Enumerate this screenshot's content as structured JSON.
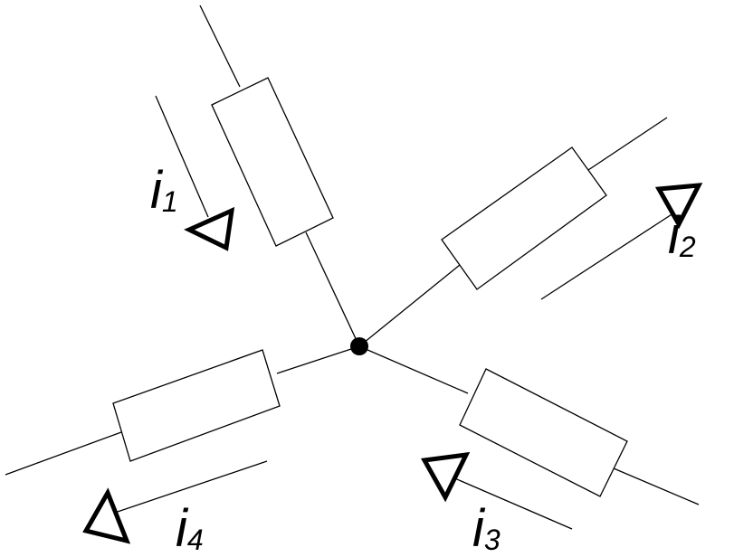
{
  "diagram": {
    "node": {
      "name": "junction-node"
    },
    "currents": [
      {
        "id": "i1",
        "letter": "i",
        "subscript": "1"
      },
      {
        "id": "i2",
        "letter": "i",
        "subscript": "2"
      },
      {
        "id": "i3",
        "letter": "i",
        "subscript": "3"
      },
      {
        "id": "i4",
        "letter": "i",
        "subscript": "4"
      }
    ],
    "colors": {
      "stroke": "#000000",
      "background": "#ffffff"
    }
  }
}
